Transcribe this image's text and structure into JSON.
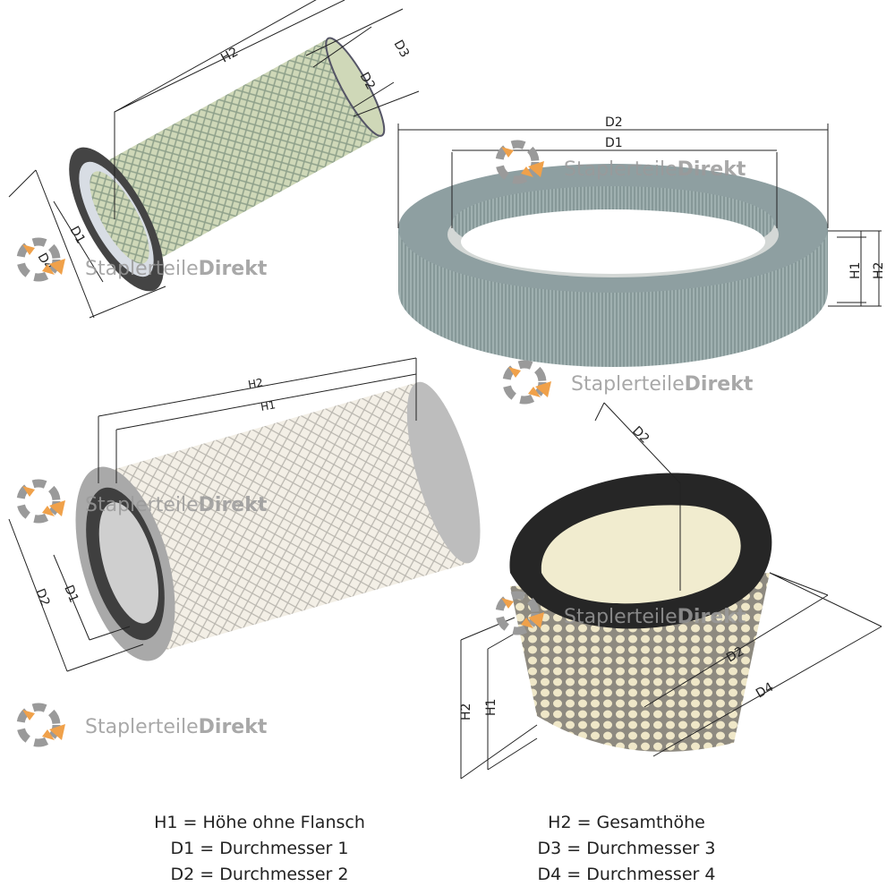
{
  "watermark": {
    "text_light": "Staplerteile",
    "text_bold": "Direkt",
    "colors": {
      "grey": "#8f8f8f",
      "orange": "#f0a14a"
    }
  },
  "filters": [
    {
      "name": "cylinder-filter-with-flange",
      "labels": [
        "H2",
        "D3",
        "D2",
        "D1",
        "D4"
      ]
    },
    {
      "name": "ring-filter",
      "labels": [
        "D2",
        "D1",
        "H1",
        "H2"
      ]
    },
    {
      "name": "cylinder-filter-with-mesh",
      "labels": [
        "H2",
        "H1",
        "D1",
        "D2"
      ]
    },
    {
      "name": "oval-filter",
      "labels": [
        "D2",
        "D2",
        "D4",
        "H2",
        "H1"
      ]
    }
  ],
  "legend": {
    "left": [
      "H1 = Höhe ohne Flansch",
      "D1 = Durchmesser 1",
      "D2 = Durchmesser 2"
    ],
    "right": [
      "H2 = Gesamthöhe",
      "D3 = Durchmesser 3",
      "D4 = Durchmesser 4"
    ]
  }
}
